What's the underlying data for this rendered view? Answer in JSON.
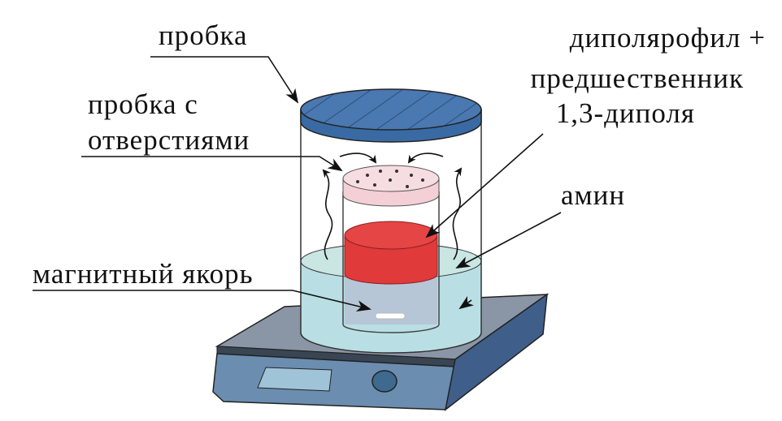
{
  "labels": {
    "cap": "пробка",
    "cap_holes_1": "пробка с",
    "cap_holes_2": "отверстиями",
    "dipolarophile_1": "диполярофил +",
    "dipolarophile_2": "предшественник",
    "dipolarophile_3": "1,3-диполя",
    "amine": "амин",
    "stir_bar": "магнитный якорь"
  },
  "colors": {
    "lid": "#3f6fa8",
    "vial_cap": "#f4cfd6",
    "reagent": "#e03a3a",
    "amine": "#a8d8de",
    "hotplate": "#5d7fa0"
  }
}
